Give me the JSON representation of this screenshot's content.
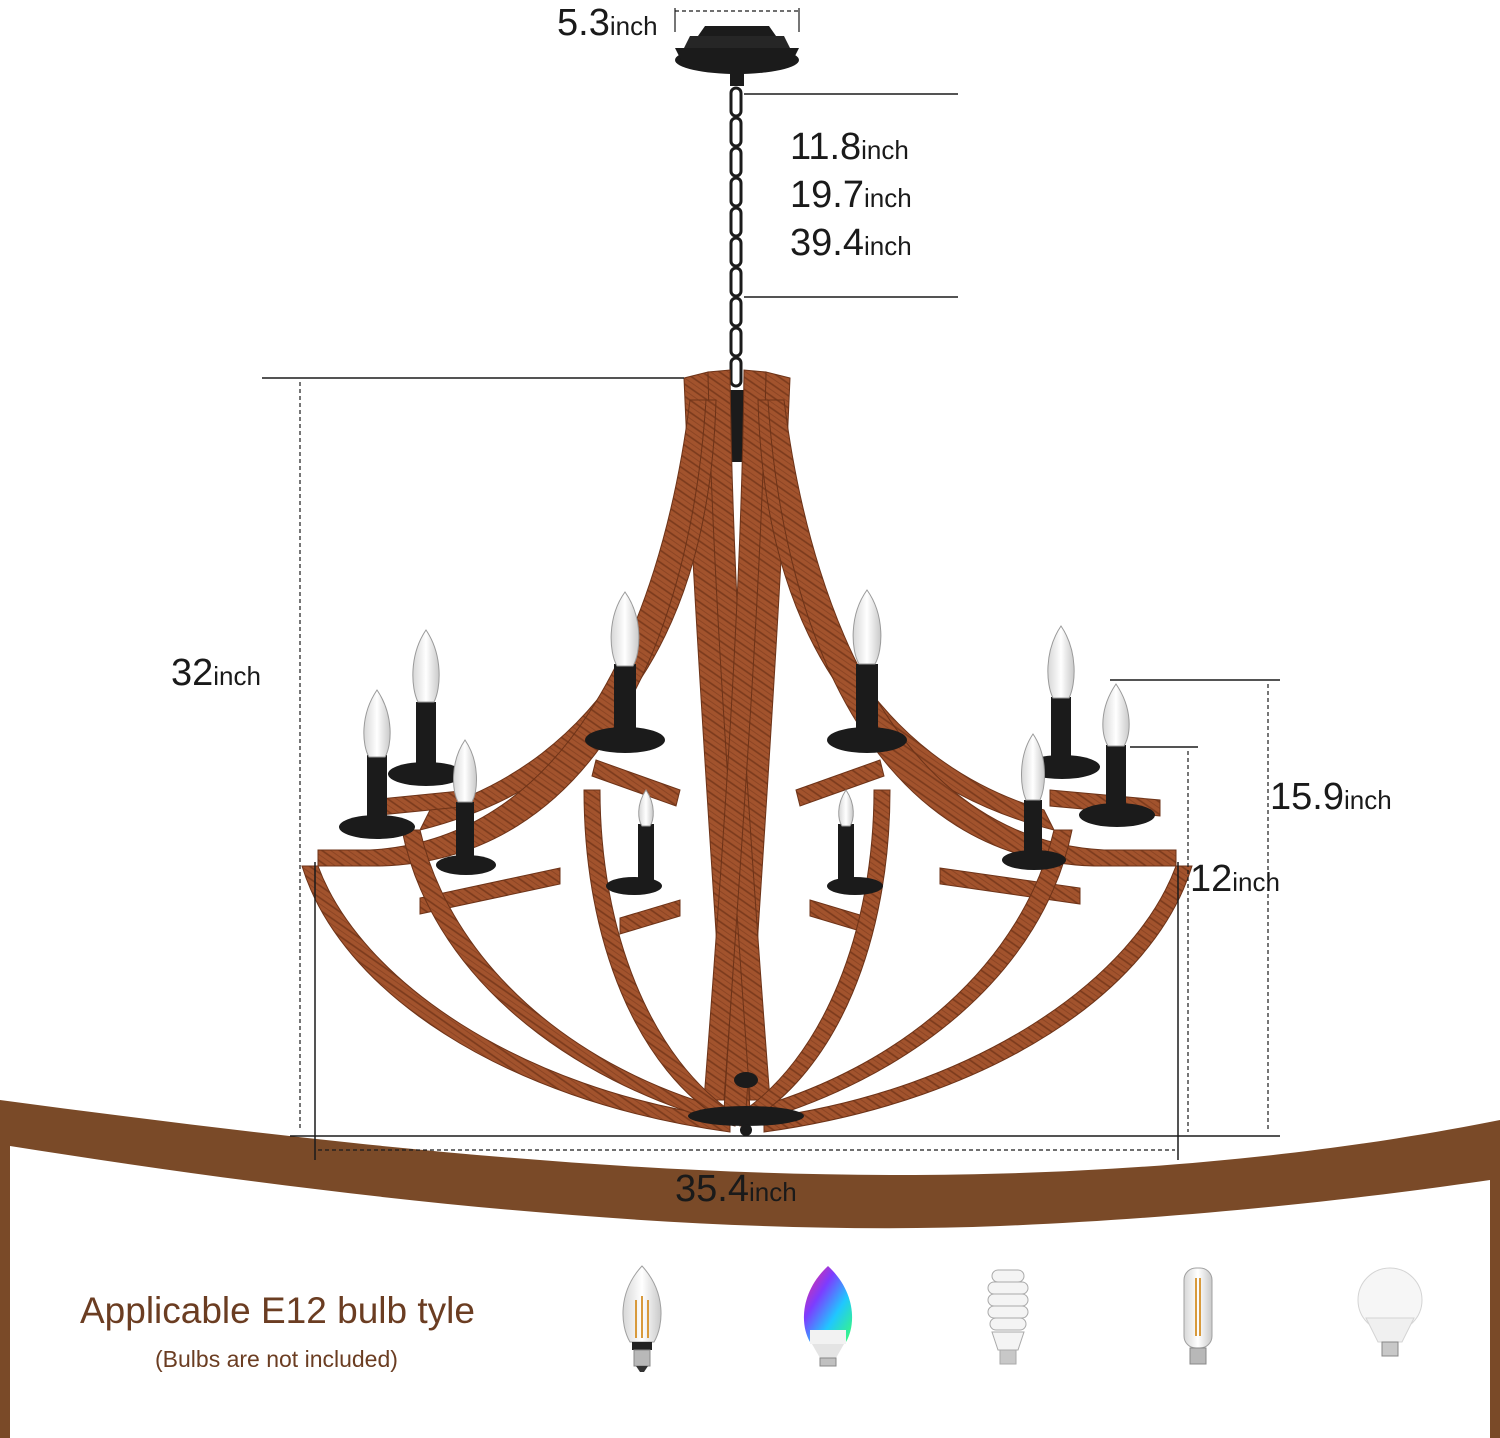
{
  "dimensions": {
    "canopy_width": {
      "value": "5.3",
      "unit": "inch"
    },
    "chain_lengths": [
      {
        "value": "11.8",
        "unit": "inch"
      },
      {
        "value": "19.7",
        "unit": "inch"
      },
      {
        "value": "39.4",
        "unit": "inch"
      }
    ],
    "body_height": {
      "value": "32",
      "unit": "inch"
    },
    "outer_arm_height": {
      "value": "15.9",
      "unit": "inch"
    },
    "inner_arm_height": {
      "value": "12",
      "unit": "inch"
    },
    "diameter": {
      "value": "35.4",
      "unit": "inch"
    }
  },
  "bulb_panel": {
    "title": "Applicable E12 bulb tyle",
    "subtitle": "(Bulbs are not included)",
    "bulbs": [
      "candle-filament-bulb",
      "rgb-smart-candle-bulb",
      "spiral-cfl-bulb",
      "tubular-filament-bulb",
      "a-shape-led-bulb"
    ]
  },
  "colors": {
    "wood": "#a2532d",
    "wood_dark": "#7a3a1c",
    "metal": "#1b1b1b",
    "band": "#7a4a28",
    "text_brown": "#6b3d22"
  }
}
